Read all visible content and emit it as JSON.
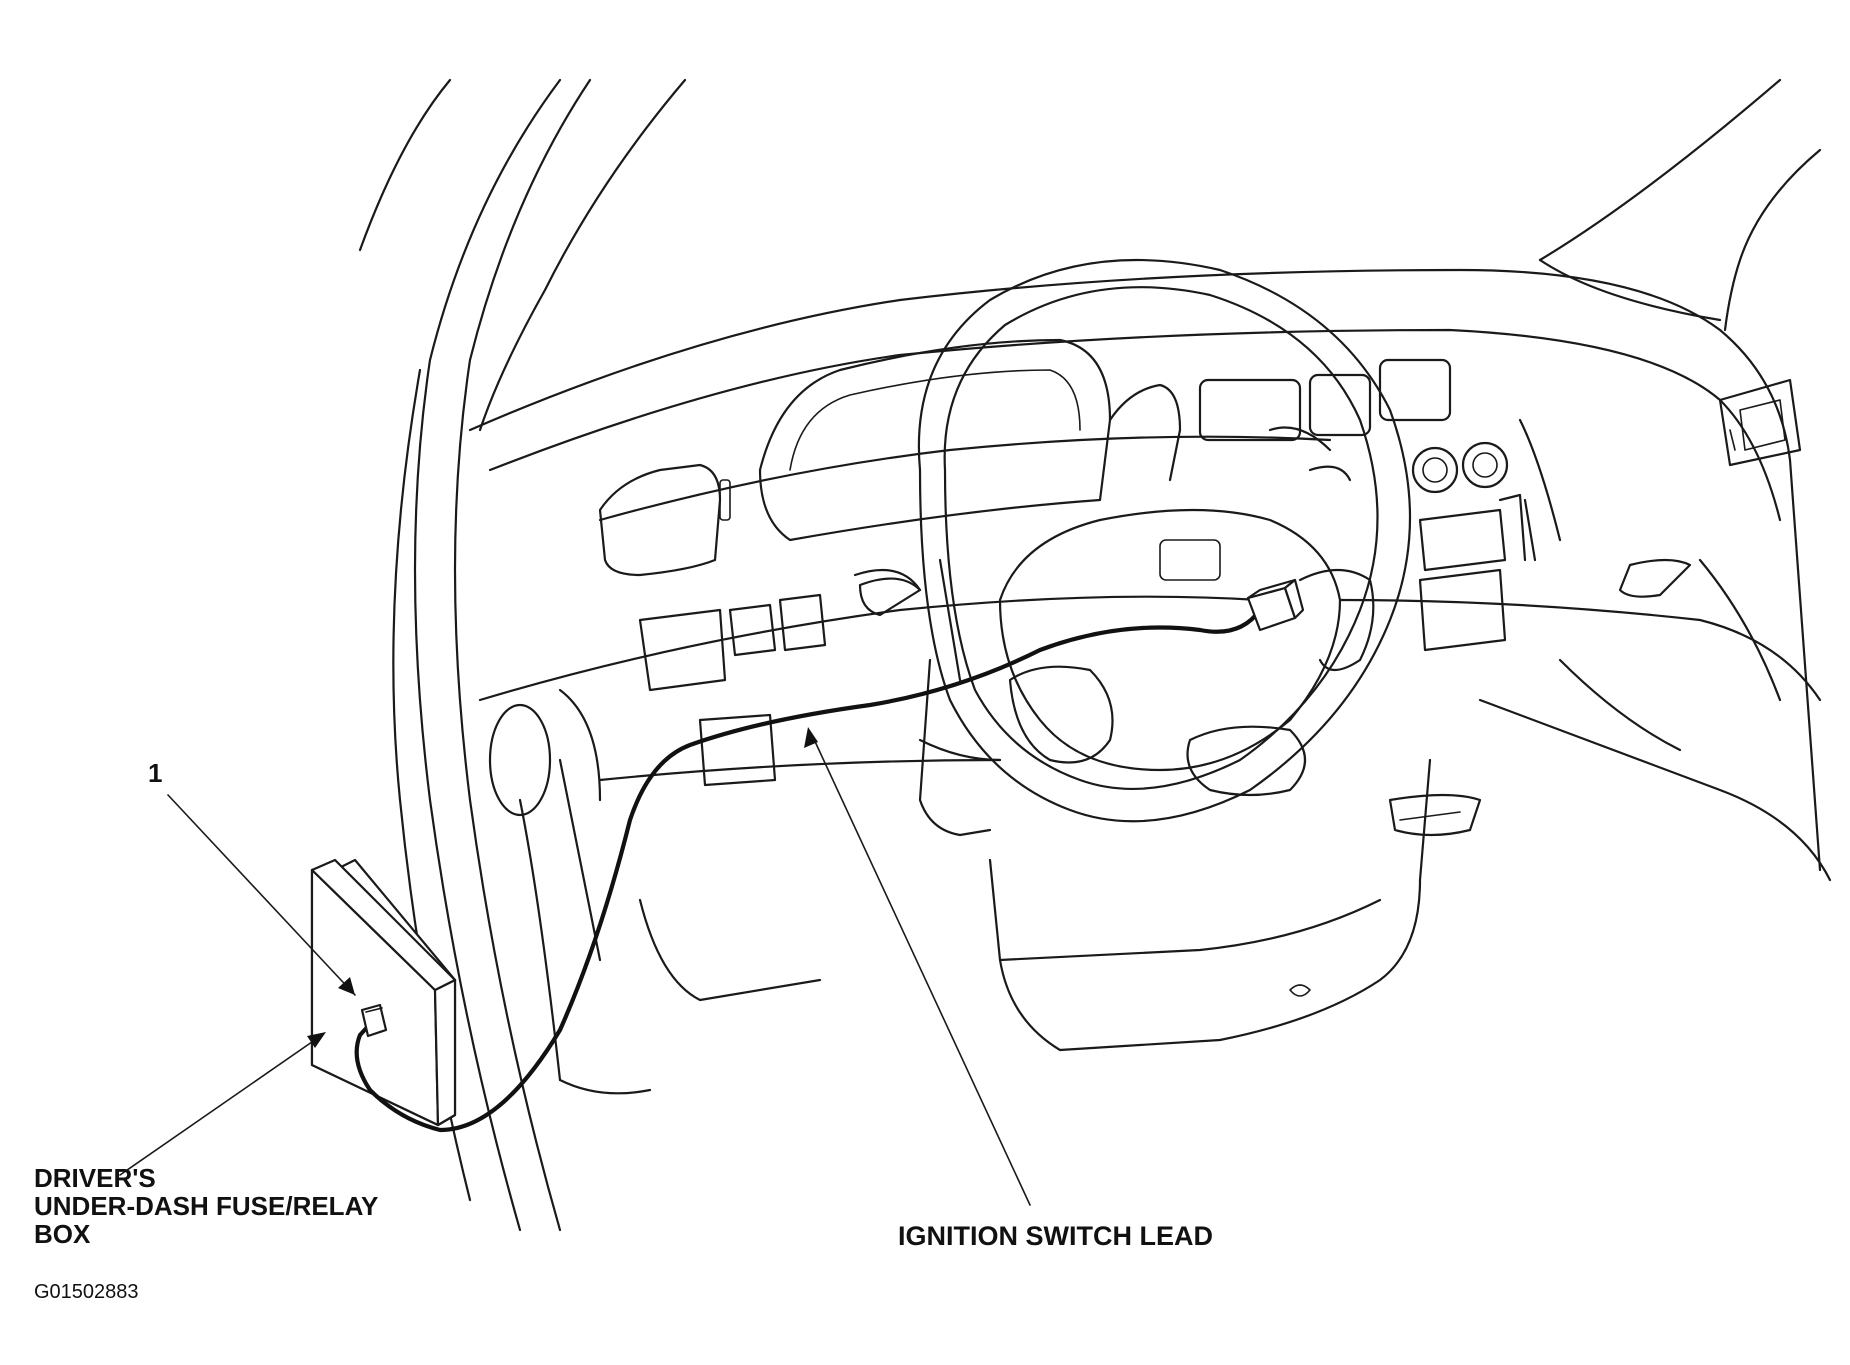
{
  "callouts": {
    "item_number": "1",
    "fuse_box_label_lines": [
      "DRIVER'S",
      "UNDER-DASH FUSE/RELAY",
      "BOX"
    ],
    "ignition_lead_label": "IGNITION SWITCH LEAD"
  },
  "figure_code": "G01502883",
  "icons": {
    "fuse_box": "relay-box-icon",
    "connector": "connector-icon",
    "steering_wheel": "steering-wheel-icon"
  }
}
